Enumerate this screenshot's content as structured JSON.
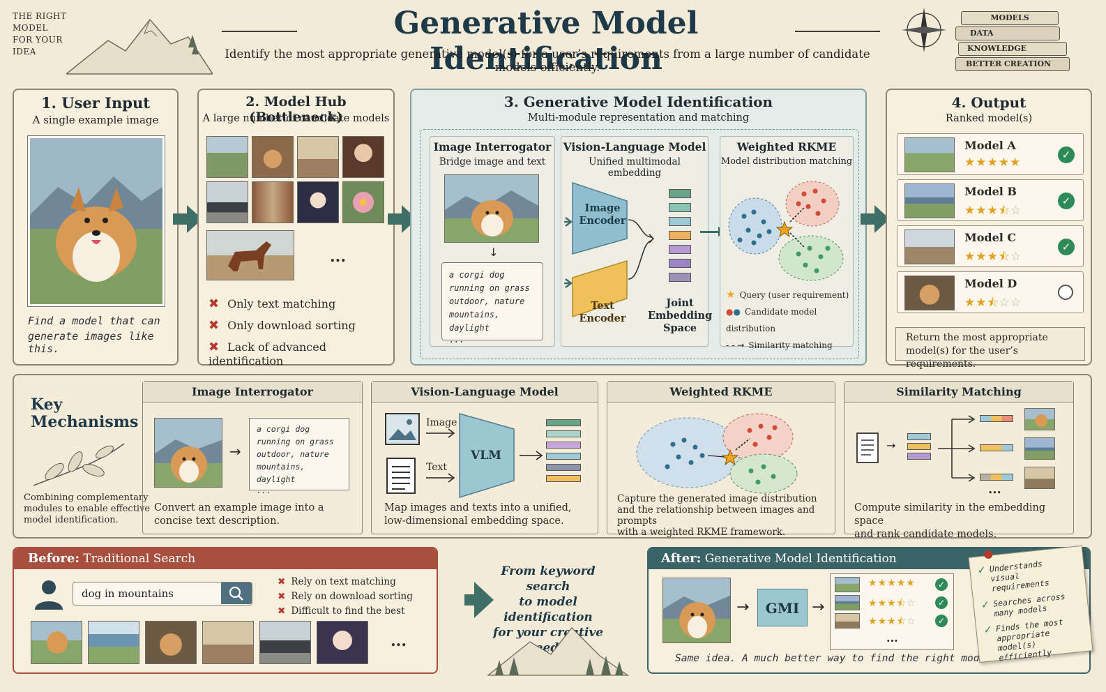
{
  "header": {
    "title": "Generative Model Identification",
    "subtitle": "Identify the most appropriate generative model(s) for a user’s requirements from a large number of candidate models efficiently.",
    "corner_left": [
      "THE RIGHT",
      "MODEL",
      "FOR YOUR",
      "IDEA"
    ],
    "books": [
      "MODELS",
      "DATA",
      "KNOWLEDGE",
      "BETTER CREATION"
    ]
  },
  "step1": {
    "title": "1.  User Input",
    "subtitle": "A single example image",
    "caption_line1": "Find a model that can",
    "caption_line2": "generate images like this."
  },
  "step2": {
    "title": "2.  Model Hub (Bottleneck)",
    "subtitle": "A large number of candidate models",
    "ellipsis": "...",
    "issues": [
      "Only text matching",
      "Only download sorting",
      "Lack of advanced identification"
    ]
  },
  "step3": {
    "title": "3.  Generative Model Identification",
    "subtitle": "Multi-module representation and matching",
    "interrogator": {
      "title": "Image Interrogator",
      "subtitle": "Bridge image and text",
      "caption": [
        "a corgi dog",
        "running on grass",
        "outdoor, nature",
        "mountains, daylight",
        "..."
      ]
    },
    "vlm": {
      "title": "Vision-Language Model",
      "subtitle": "Unified multimodal embedding",
      "image_encoder": [
        "Image",
        "Encoder"
      ],
      "text_encoder": [
        "Text",
        "Encoder"
      ],
      "joint_label": [
        "Joint",
        "Embedding",
        "Space"
      ]
    },
    "rkme": {
      "title": "Weighted RKME",
      "subtitle": "Model distribution matching",
      "legend": [
        "Query (user requirement)",
        "Candidate model distribution",
        "Similarity matching"
      ]
    }
  },
  "step4": {
    "title": "4.  Output",
    "subtitle": "Ranked model(s)",
    "models": [
      {
        "name": "Model A",
        "rating": 5,
        "selected": true
      },
      {
        "name": "Model B",
        "rating": 3.5,
        "selected": true
      },
      {
        "name": "Model C",
        "rating": 3.5,
        "selected": true
      },
      {
        "name": "Model D",
        "rating": 2.5,
        "selected": false
      }
    ],
    "note": [
      "Return the most appropriate",
      "model(s) for the user’s requirements."
    ]
  },
  "mechanisms": {
    "title": [
      "Key",
      "Mechanisms"
    ],
    "caption": [
      "Combining complementary",
      "modules to enable effective",
      "model identification."
    ],
    "cards": [
      {
        "title": "Image Interrogator",
        "desc": [
          "Convert an example image into a",
          "concise text description."
        ]
      },
      {
        "title": "Vision-Language Model",
        "desc": [
          "Map images and texts into a unified,",
          "low-dimensional embedding space."
        ]
      },
      {
        "title": "Weighted RKME",
        "desc": [
          "Capture the generated image distribution",
          "and the relationship between images and prompts",
          "with a weighted RKME framework."
        ]
      },
      {
        "title": "Similarity Matching",
        "desc": [
          "Compute similarity in the embedding space",
          "and rank candidate models."
        ]
      }
    ],
    "interrogator_caption": [
      "a corgi dog",
      "running on grass",
      "outdoor, nature",
      "mountains, daylight",
      "..."
    ],
    "vlm_image_label": "Image",
    "vlm_text_label": "Text",
    "vlm_box": "VLM",
    "sim_ellipsis": "..."
  },
  "before": {
    "label": "Before:",
    "title": "Traditional Search",
    "search_value": "dog in mountains",
    "issues": [
      "Rely on text matching",
      "Rely on download sorting",
      "Difficult to find the best model"
    ],
    "ellipsis": "..."
  },
  "transition": [
    "From keyword search",
    "to model identification",
    "for your creative needs."
  ],
  "after": {
    "label": "After:",
    "title": "Generative Model Identification",
    "gmi": "GMI",
    "ratings": [
      5,
      3.5,
      3.5
    ],
    "ellipsis": "...",
    "caption": "Same idea. A much better way to find the right model.",
    "note": [
      [
        "Understands",
        "visual requirements"
      ],
      [
        "Searches across",
        "many models"
      ],
      [
        "Finds the most",
        "appropriate model(s)",
        "efficiently"
      ]
    ]
  },
  "colors": {
    "accent": "#3f6e66",
    "panel_bg": "#f7f0df",
    "blue_panel": "#e4ecea",
    "check": "#2f8a5a",
    "star": "#e0a21e",
    "before_header": "#a8503f",
    "after_header": "#3a6468"
  }
}
